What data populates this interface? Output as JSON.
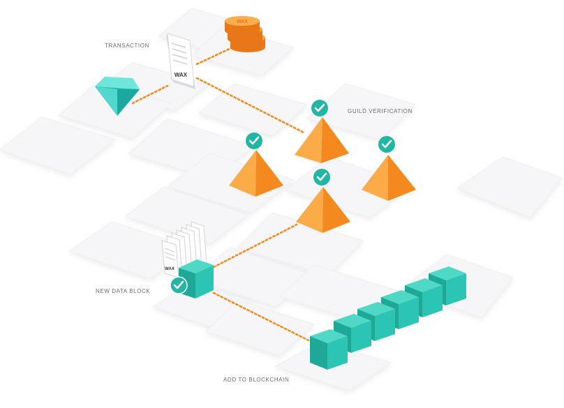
{
  "labels": {
    "transaction": "TRANSACTION",
    "guild_verification": "GUILD VERIFICATION",
    "new_data_block": "NEW DATA BLOCK",
    "add_to_blockchain": "ADD TO BLOCKCHAIN"
  },
  "logo_text": "WAX",
  "colors": {
    "orange": "#f7931e",
    "teal": "#2fc4b2",
    "check": "#24b6a4",
    "dots": "#f28a1e",
    "label": "#6b6b6b"
  }
}
